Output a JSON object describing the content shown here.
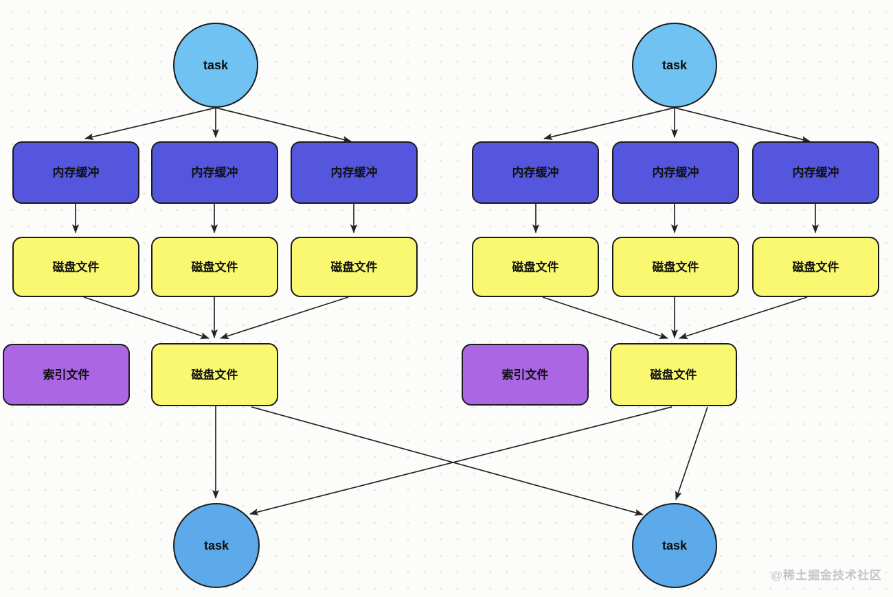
{
  "watermark": "@稀土掘金技术社区",
  "colors": {
    "background": "#fcfcfb",
    "dot_grid": "#e4e4e0",
    "task_top_fill": "#6fc2f2",
    "task_bottom_fill": "#5caae9",
    "memory_buffer_fill": "#5456de",
    "disk_file_fill": "#f9f870",
    "index_file_fill": "#aa66e3",
    "node_border": "#1b1b1b",
    "arrow": "#242424",
    "label": "#101010",
    "watermark_color": "#c6c6c6"
  },
  "groups": [
    {
      "side": "left",
      "task_top": "task",
      "buffers": [
        "内存缓冲",
        "内存缓冲",
        "内存缓冲"
      ],
      "disk_files": [
        "磁盘文件",
        "磁盘文件",
        "磁盘文件"
      ],
      "index_file": "索引文件",
      "merged_disk_file": "磁盘文件",
      "task_bottom": "task"
    },
    {
      "side": "right",
      "task_top": "task",
      "buffers": [
        "内存缓冲",
        "内存缓冲",
        "内存缓冲"
      ],
      "disk_files": [
        "磁盘文件",
        "磁盘文件",
        "磁盘文件"
      ],
      "index_file": "索引文件",
      "merged_disk_file": "磁盘文件",
      "task_bottom": "task"
    }
  ]
}
